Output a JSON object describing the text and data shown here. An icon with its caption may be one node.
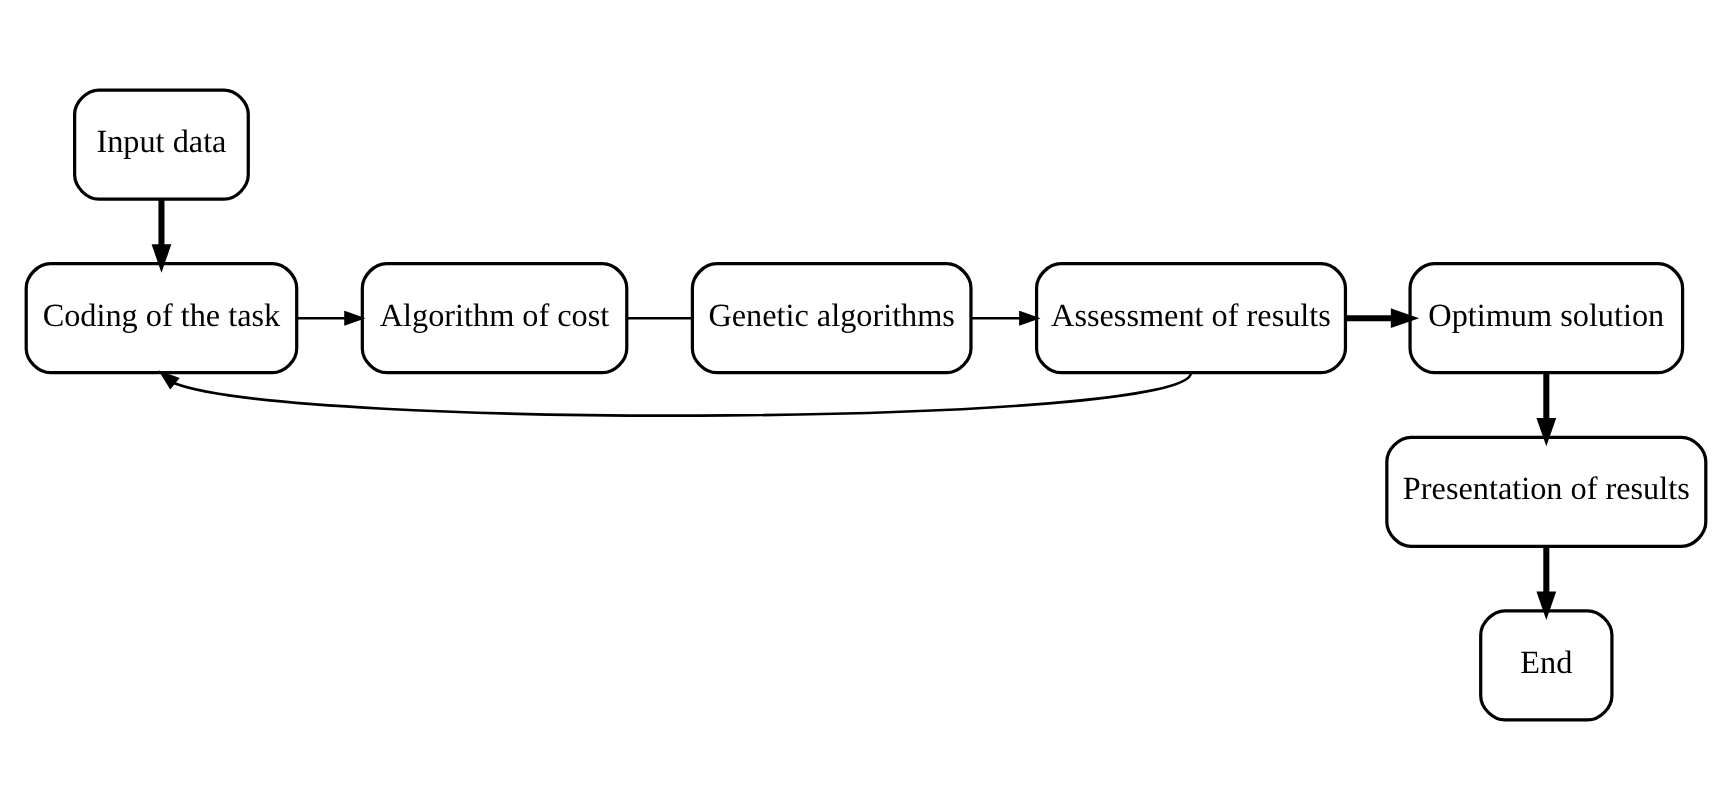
{
  "diagram": {
    "nodes": [
      {
        "text": [
          "Input data"
        ]
      },
      {
        "text": [
          "Coding of the task"
        ]
      },
      {
        "text": [
          "Algorithm of cost"
        ]
      },
      {
        "text": [
          "Genetic algorithms"
        ]
      },
      {
        "text": [
          "Assessment of results"
        ]
      },
      {
        "text": [
          "Optimum solution"
        ]
      },
      {
        "text": [
          "Presentation of results"
        ]
      },
      {
        "text": [
          "End"
        ]
      }
    ],
    "edges": [
      {
        "from": 0,
        "to": 1,
        "arrow": "to",
        "style": "thick"
      },
      {
        "from": 1,
        "to": 2,
        "arrow": "to"
      },
      {
        "from": 2,
        "to": 3,
        "arrow": "none"
      },
      {
        "from": 3,
        "to": 4,
        "arrow": "to"
      },
      {
        "from": 4,
        "to": 5,
        "arrow": "to",
        "style": "thick"
      },
      {
        "from": 4,
        "to": 1,
        "arrow": "to"
      },
      {
        "from": 5,
        "to": 6,
        "arrow": "to",
        "style": "thick"
      },
      {
        "from": 6,
        "to": 7,
        "arrow": "to",
        "style": "thick"
      }
    ]
  }
}
